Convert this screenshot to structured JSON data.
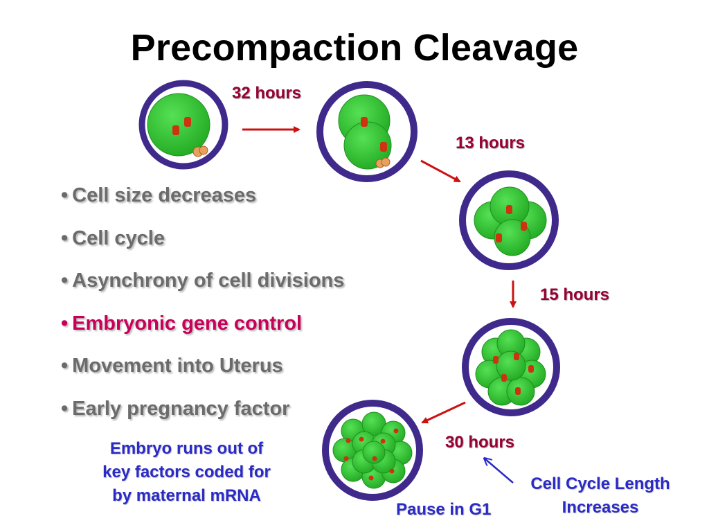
{
  "title": "Precompaction Cleavage",
  "bullets": [
    "Cell size decreases",
    "Cell cycle",
    "Asynchrony of cell divisions",
    "Embryonic gene control",
    "Movement into Uterus",
    "Early pregnancy factor"
  ],
  "bullet_symbol": "•",
  "highlighted_bullet": "Embryonic gene control",
  "time_labels": [
    "32 hours",
    "13 hours",
    "15 hours",
    "30 hours"
  ],
  "notes": {
    "maternal_mrna": [
      "Embryo runs out of",
      "key factors coded for",
      "by maternal mRNA"
    ],
    "cycle_length": [
      "Cell Cycle Length",
      "Increases"
    ],
    "pause": "Pause in G1"
  },
  "stages": [
    "1-cell",
    "2-cell",
    "4-cell",
    "8-cell",
    "16-cell"
  ],
  "colors": {
    "zona": "#3f2a8c",
    "cell": "#33cc33",
    "nucleus": "#cc3311",
    "arrow": "#cc1111",
    "time_label": "#990033",
    "note_text": "#2a2ac8",
    "bullet_text": "#6b6b6b",
    "highlight": "#c8005a"
  }
}
